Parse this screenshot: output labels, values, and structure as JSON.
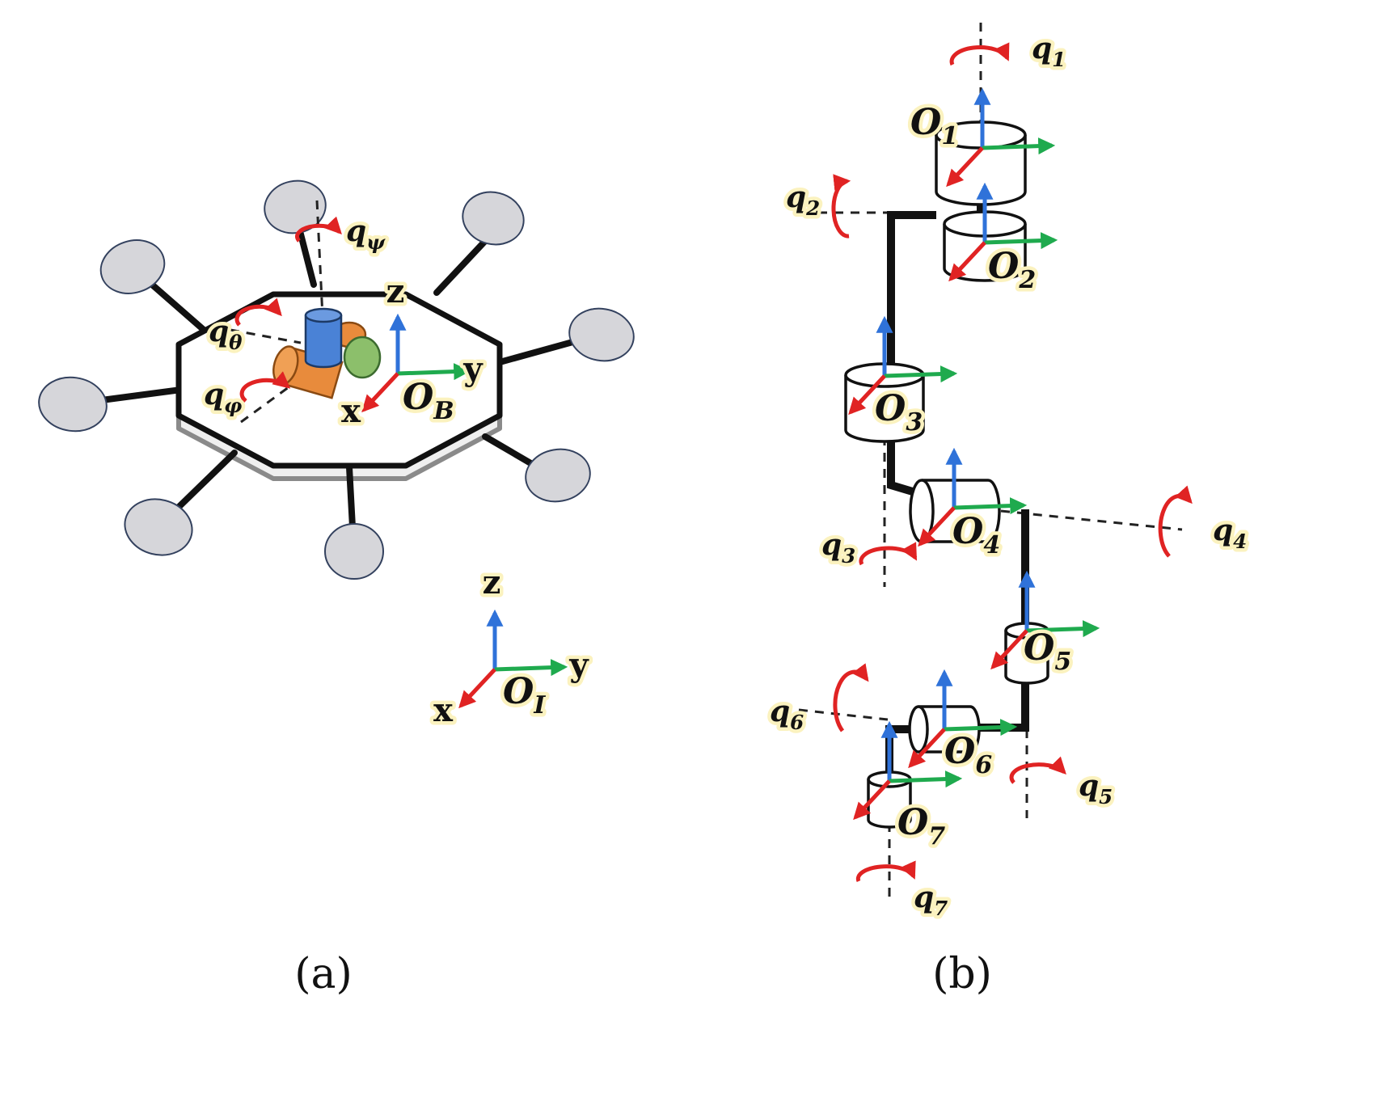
{
  "colors": {
    "x_axis": "#e02323",
    "y_axis": "#1faa4e",
    "z_axis": "#2f72d9",
    "rotation_arrow": "#e02323",
    "label_halo": "#fbf2bf",
    "rotor_fill": "#d6d6da",
    "payload_blue": "#4a82d6",
    "payload_orange": "#e88b3c",
    "payload_green": "#8cbf6b"
  },
  "captions": {
    "a": "(a)",
    "b": "(b)"
  },
  "drone": {
    "rotations": [
      {
        "base": "q",
        "sub": "ψ"
      },
      {
        "base": "q",
        "sub": "θ"
      },
      {
        "base": "q",
        "sub": "φ"
      }
    ],
    "body_frame": {
      "z": "z",
      "y": "y",
      "x": "x",
      "origin": {
        "base": "O",
        "sub": "B"
      }
    },
    "inertial_frame": {
      "z": "z",
      "y": "y",
      "x": "x",
      "origin": {
        "base": "O",
        "sub": "I"
      }
    }
  },
  "arm": {
    "frames": [
      {
        "base": "O",
        "sub": "1"
      },
      {
        "base": "O",
        "sub": "2"
      },
      {
        "base": "O",
        "sub": "3"
      },
      {
        "base": "O",
        "sub": "4"
      },
      {
        "base": "O",
        "sub": "5"
      },
      {
        "base": "O",
        "sub": "6"
      },
      {
        "base": "O",
        "sub": "7"
      }
    ],
    "rotations": [
      {
        "base": "q",
        "sub": "1"
      },
      {
        "base": "q",
        "sub": "2"
      },
      {
        "base": "q",
        "sub": "3"
      },
      {
        "base": "q",
        "sub": "4"
      },
      {
        "base": "q",
        "sub": "5"
      },
      {
        "base": "q",
        "sub": "6"
      },
      {
        "base": "q",
        "sub": "7"
      }
    ]
  }
}
